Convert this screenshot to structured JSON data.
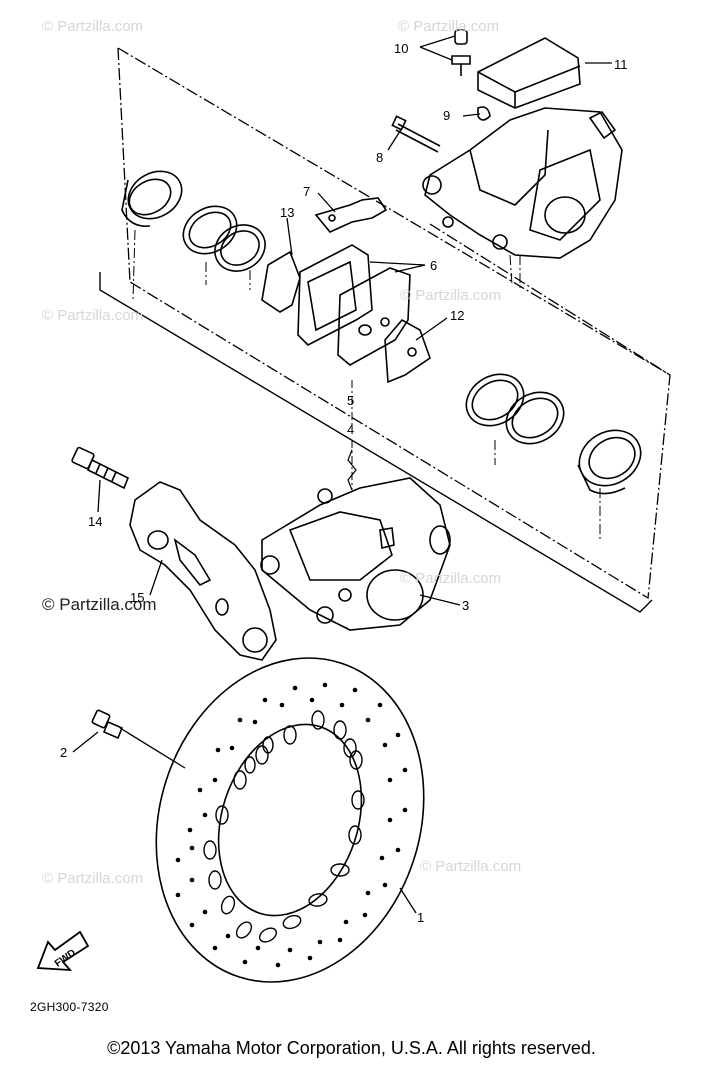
{
  "diagram": {
    "callouts": [
      {
        "id": "c1",
        "text": "1"
      },
      {
        "id": "c2",
        "text": "2"
      },
      {
        "id": "c3",
        "text": "3"
      },
      {
        "id": "c4",
        "text": "4"
      },
      {
        "id": "c5",
        "text": "5"
      },
      {
        "id": "c6",
        "text": "6"
      },
      {
        "id": "c7",
        "text": "7"
      },
      {
        "id": "c8",
        "text": "8"
      },
      {
        "id": "c9",
        "text": "9"
      },
      {
        "id": "c10",
        "text": "10"
      },
      {
        "id": "c11",
        "text": "11"
      },
      {
        "id": "c12",
        "text": "12"
      },
      {
        "id": "c13",
        "text": "13"
      },
      {
        "id": "c14",
        "text": "14"
      },
      {
        "id": "c15",
        "text": "15"
      }
    ],
    "direction_arrow": "FWD",
    "diagram_code": "2GH300-7320",
    "watermark": "© Partzilla.com",
    "copyright": "©2013  Yamaha Motor Corporation, U.S.A. All rights reserved."
  }
}
